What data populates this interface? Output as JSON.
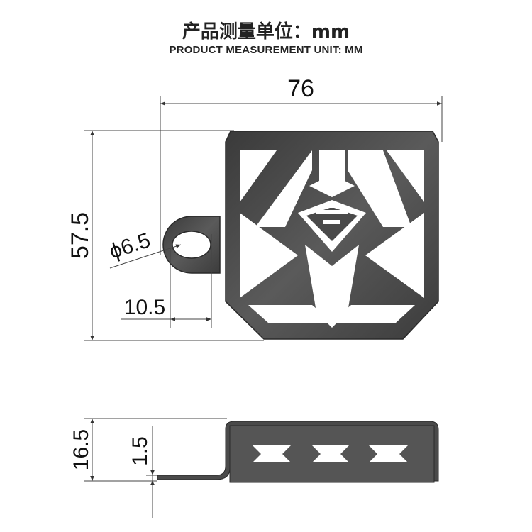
{
  "header": {
    "title_cn": "产品测量单位：mm",
    "title_en": "PRODUCT MEASUREMENT UNIT: MM"
  },
  "dimensions": {
    "width": "76",
    "height": "57.5",
    "hole_diameter": "ϕ6.5",
    "tab_offset": "10.5",
    "depth": "16.5",
    "thickness": "1.5"
  },
  "colors": {
    "part": "#4a4a4a",
    "part_dark": "#2e2e2e",
    "line": "#333333"
  }
}
